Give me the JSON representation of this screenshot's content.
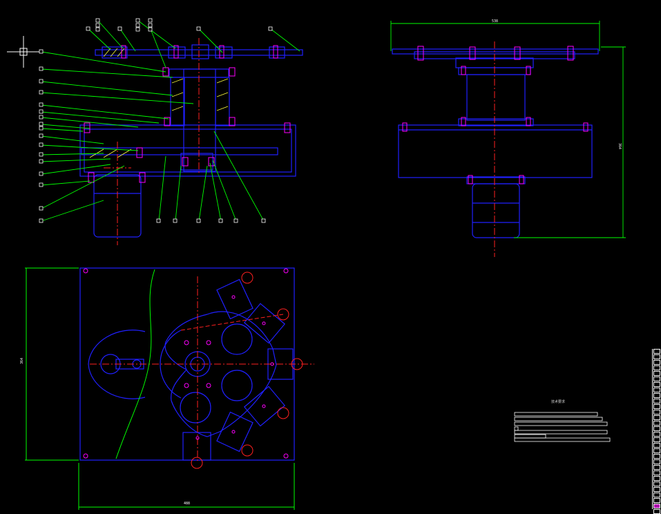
{
  "window": {
    "title": ""
  },
  "drawing": {
    "front_view": {
      "top_width_dimension": "538",
      "height_dimension": "364"
    },
    "plan_view": {
      "width_dimension": "488",
      "height_dimension": "364"
    },
    "tech_requirements": {
      "heading": "技术要求"
    }
  },
  "sidebar": {
    "cells": 30,
    "active_cell": 28
  },
  "colors": {
    "background": "#000000",
    "outline": "#2020ff",
    "leader": "#00ff00",
    "centerline": "#ff2020",
    "text": "#ffffff",
    "hatch": "#ffff40",
    "bolt": "#ff00ff"
  }
}
